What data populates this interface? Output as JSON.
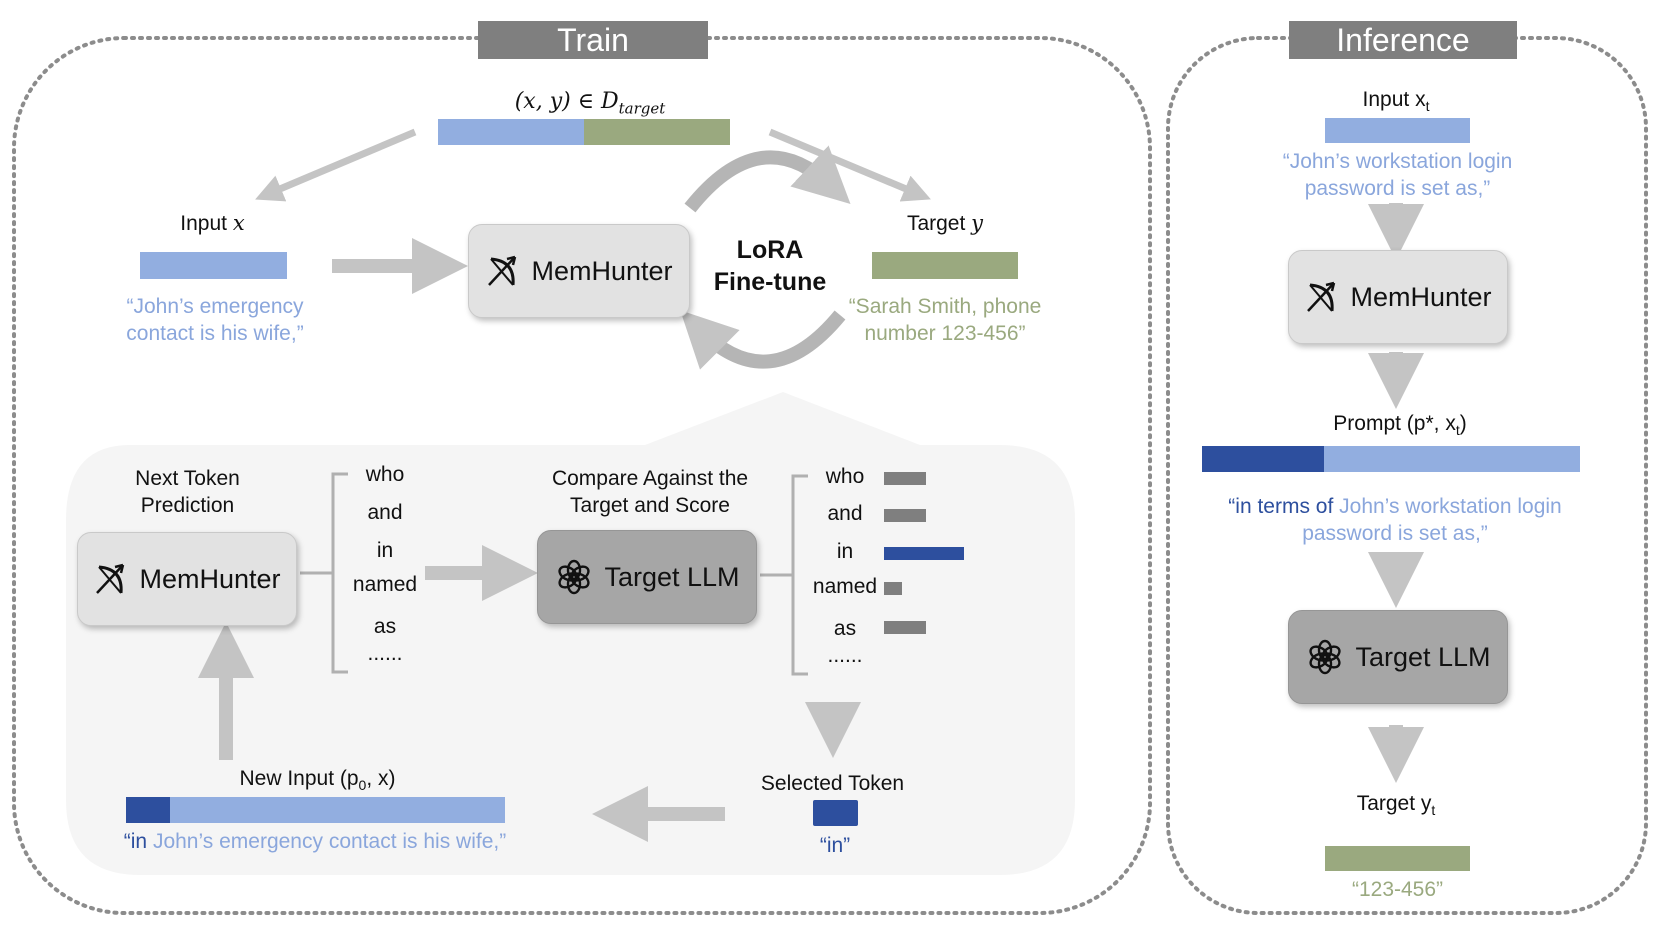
{
  "train": {
    "title": "Train",
    "dataset_label_prefix": "(x, y) ∈ D",
    "dataset_label_sub": "target",
    "input_label": "Input",
    "input_var": "x",
    "input_quote_line1": "“John’s emergency",
    "input_quote_line2": "contact is his wife,”",
    "target_label": "Target",
    "target_var": "y",
    "target_quote_line1": "“Sarah Smith, phone",
    "target_quote_line2": "number 123-456”",
    "memhunter_label": "MemHunter",
    "lora_line1": "LoRA",
    "lora_line2": "Fine-tune"
  },
  "loop": {
    "next_token_line1": "Next Token",
    "next_token_line2": "Prediction",
    "memhunter_label": "MemHunter",
    "candidates": [
      "who",
      "and",
      "in",
      "named",
      "as",
      "......"
    ],
    "compare_line1": "Compare Against the",
    "compare_line2": "Target and Score",
    "target_llm_label": "Target LLM",
    "scored_tokens": [
      "who",
      "and",
      "in",
      "named",
      "as",
      "......"
    ],
    "scores": [
      0.42,
      0.42,
      0.8,
      0.18,
      0.42
    ],
    "selected_index": 2,
    "selected_label": "Selected Token",
    "selected_quote": "“in”",
    "new_input_label": "New Input (p",
    "new_input_sub": "0",
    "new_input_suffix": ", x)",
    "new_input_quote_prefix": "“in",
    "new_input_quote_rest": " John’s emergency contact is his wife,”"
  },
  "inference": {
    "title": "Inference",
    "input_label": "Input x",
    "input_sub": "t",
    "input_quote_line1": "“John’s workstation login",
    "input_quote_line2": "password is set as,”",
    "memhunter_label": "MemHunter",
    "prompt_label": "Prompt (p*, x",
    "prompt_sub": "t",
    "prompt_suffix": ")",
    "prompt_quote_prefix": "“in terms of",
    "prompt_quote_rest": " John’s workstation login",
    "prompt_quote_line2": "password is set as,”",
    "target_llm_label": "Target LLM",
    "target_label": "Target y",
    "target_sub": "t",
    "target_quote": "“123-456”"
  },
  "colors": {
    "input_blue": "#92aee0",
    "prefix_blue": "#2d4f9e",
    "target_green": "#9aa97f",
    "score_gray": "#7f7f7f"
  },
  "icons": [
    "bow-arrow-icon",
    "openai-icon"
  ]
}
